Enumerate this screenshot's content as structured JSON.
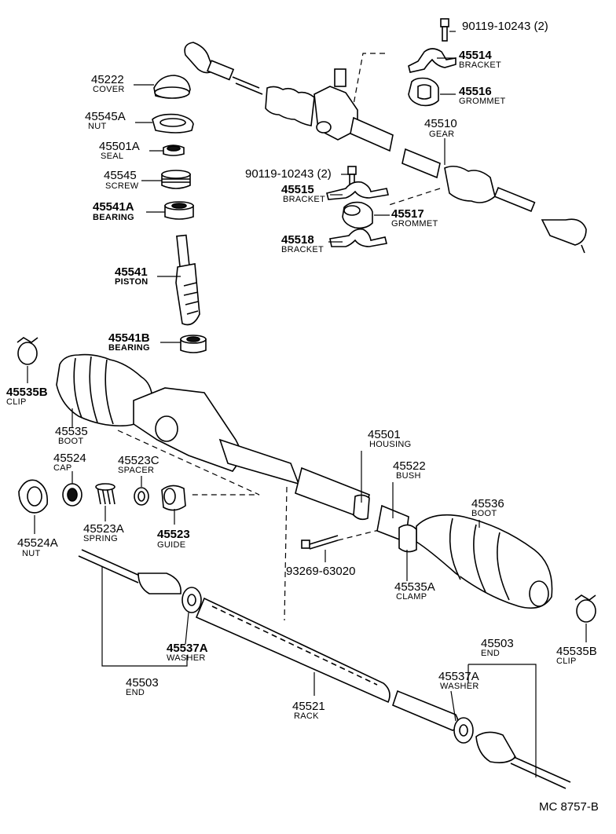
{
  "parts": {
    "p90119_top": {
      "number": "90119-10243 (2)",
      "name": ""
    },
    "p45514": {
      "number": "45514",
      "name": "BRACKET"
    },
    "p45516": {
      "number": "45516",
      "name": "GROMMET"
    },
    "p45222": {
      "number": "45222",
      "name": "COVER"
    },
    "p45545A": {
      "number": "45545A",
      "name": "NUT"
    },
    "p45501A": {
      "number": "45501A",
      "name": "SEAL"
    },
    "p45545": {
      "number": "45545",
      "name": "SCREW"
    },
    "p45541A": {
      "number": "45541A",
      "name": "BEARING"
    },
    "p45541": {
      "number": "45541",
      "name": "PISTON"
    },
    "p45541B": {
      "number": "45541B",
      "name": "BEARING"
    },
    "p45510": {
      "number": "45510",
      "name": "GEAR"
    },
    "p90119_mid": {
      "number": "90119-10243 (2)",
      "name": ""
    },
    "p45515": {
      "number": "45515",
      "name": "BRACKET"
    },
    "p45517": {
      "number": "45517",
      "name": "GROMMET"
    },
    "p45518": {
      "number": "45518",
      "name": "BRACKET"
    },
    "p45535B_left": {
      "number": "45535B",
      "name": "CLIP"
    },
    "p45535": {
      "number": "45535",
      "name": "BOOT"
    },
    "p45524": {
      "number": "45524",
      "name": "CAP"
    },
    "p45523C": {
      "number": "45523C",
      "name": "SPACER"
    },
    "p45524A": {
      "number": "45524A",
      "name": "NUT"
    },
    "p45523A": {
      "number": "45523A",
      "name": "SPRING"
    },
    "p45523": {
      "number": "45523",
      "name": "GUIDE"
    },
    "p45501": {
      "number": "45501",
      "name": "HOUSING"
    },
    "p45522": {
      "number": "45522",
      "name": "BUSH"
    },
    "p45536": {
      "number": "45536",
      "name": "BOOT"
    },
    "p93269": {
      "number": "93269-63020",
      "name": ""
    },
    "p45535A": {
      "number": "45535A",
      "name": "CLAMP"
    },
    "p45537A_left": {
      "number": "45537A",
      "name": "WASHER"
    },
    "p45503_left": {
      "number": "45503",
      "name": "END"
    },
    "p45521": {
      "number": "45521",
      "name": "RACK"
    },
    "p45503_right": {
      "number": "45503",
      "name": "END"
    },
    "p45537A_right": {
      "number": "45537A",
      "name": "WASHER"
    },
    "p45535B_right": {
      "number": "45535B",
      "name": "CLIP"
    }
  },
  "diagram_id": "MC 8757-B"
}
